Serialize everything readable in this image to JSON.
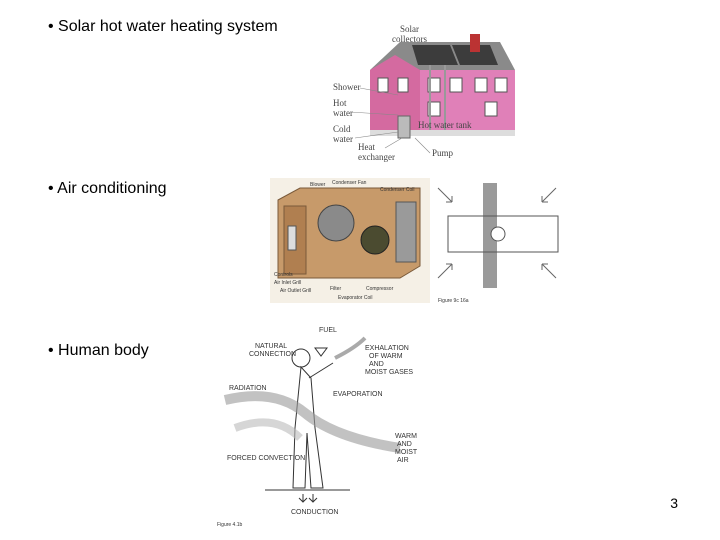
{
  "bullets": {
    "solar": "• Solar hot water heating system",
    "air": "• Air conditioning",
    "human": "• Human body"
  },
  "house": {
    "solar_collectors_1": "Solar",
    "solar_collectors_2": "collectors",
    "shower": "Shower",
    "hot_1": "Hot",
    "hot_2": "water",
    "cold_1": "Cold",
    "cold_2": "water",
    "tank": "Hot water tank",
    "heat_1": "Heat",
    "heat_2": "exchanger",
    "pump": "Pump"
  },
  "ac": {
    "blower": "Blower",
    "condenser_fan": "Condenser Fan",
    "condenser_coil": "Condenser Coil",
    "controls": "Controls",
    "air_inlet_grill": "Air Inlet Grill",
    "air_outlet_grill": "Air Outlet Grill",
    "filter": "Filter",
    "compressor": "Compressor",
    "evaporator_coil": "Evaporator Coil",
    "figure_caption": "Figure 9c 16a"
  },
  "body": {
    "fuel": "FUEL",
    "natural_1": "NATURAL",
    "natural_2": "CONNECTION",
    "exhalation_1": "EXHALATION",
    "exhalation_2": "OF WARM",
    "exhalation_3": "AND",
    "exhalation_4": "MOIST GASES",
    "radiation": "RADIATION",
    "evaporation": "EVAPORATION",
    "warm_1": "WARM",
    "warm_2": "AND",
    "warm_3": "MOIST",
    "warm_4": "AIR",
    "forced": "FORCED CONVECTION",
    "conduction": "CONDUCTION",
    "figure_caption": "Figure 4.1b"
  },
  "page_number": "3"
}
